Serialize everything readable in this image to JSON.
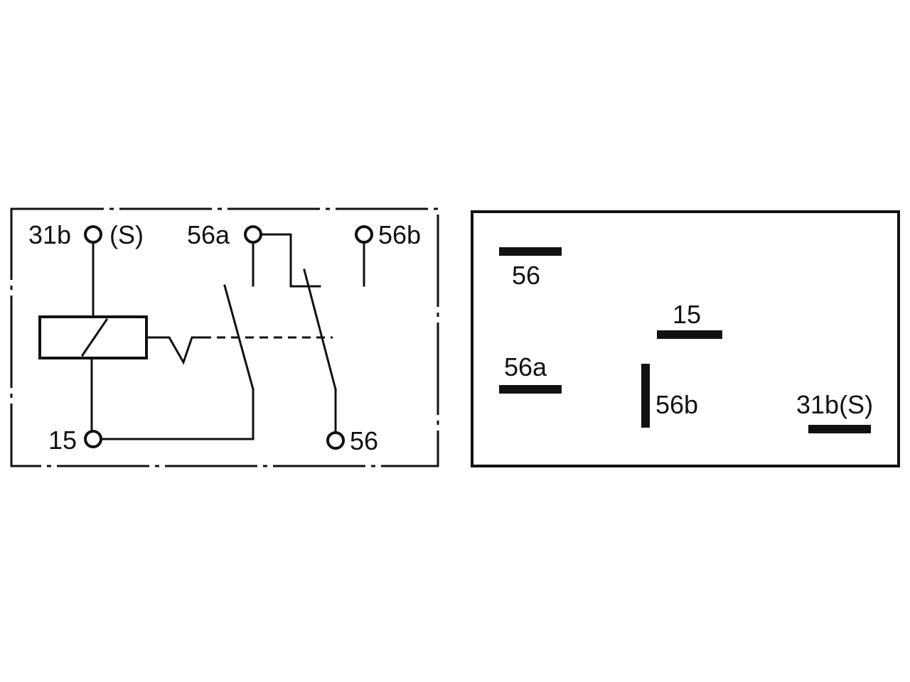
{
  "schematic": {
    "terminals": {
      "t31b": "31b",
      "s": "(S)",
      "t56a": "56a",
      "t56b": "56b",
      "t15": "15",
      "t56": "56"
    }
  },
  "pinout": {
    "labels": {
      "p56": "56",
      "p15": "15",
      "p56a": "56a",
      "p56b": "56b",
      "p31bs": "31b(S)"
    }
  },
  "colors": {
    "ink": "#111111",
    "paper": "#ffffff"
  }
}
